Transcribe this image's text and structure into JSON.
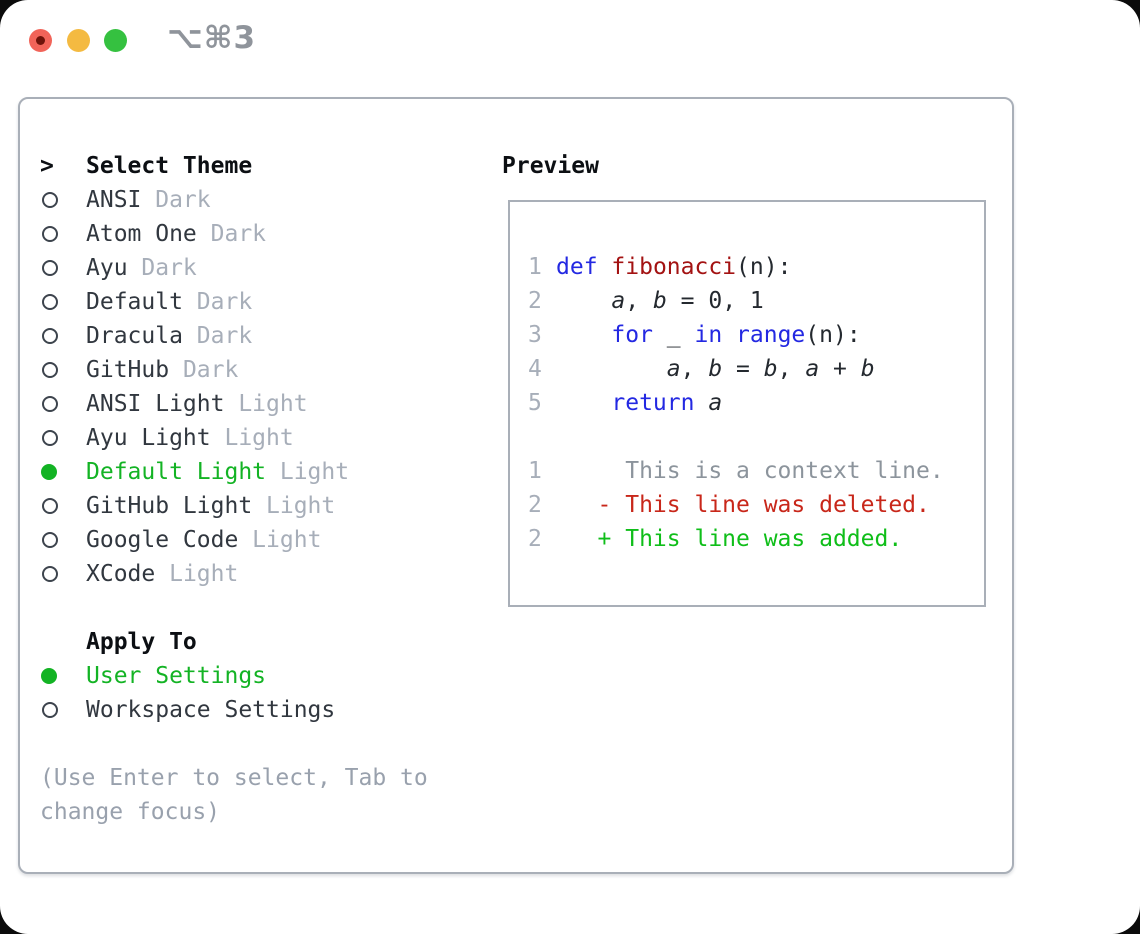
{
  "titlebar": {
    "shortcut": "⌥⌘3"
  },
  "colors": {
    "selection_green": "#13b324",
    "diff_added_green": "#0fbe19",
    "diff_deleted_red": "#c8271a",
    "keyword_blue": "#2328e2",
    "function_red": "#a31212",
    "muted_gray": "#a7aeb9",
    "text_dark": "#31373f",
    "traffic_red": "#f16459",
    "traffic_yellow": "#f4ba41",
    "traffic_green": "#35c140"
  },
  "theme_picker": {
    "prompt": ">",
    "title": "Select Theme",
    "items": [
      {
        "name": "ANSI",
        "variant": "Dark",
        "selected": false
      },
      {
        "name": "Atom One",
        "variant": "Dark",
        "selected": false
      },
      {
        "name": "Ayu",
        "variant": "Dark",
        "selected": false
      },
      {
        "name": "Default",
        "variant": "Dark",
        "selected": false
      },
      {
        "name": "Dracula",
        "variant": "Dark",
        "selected": false
      },
      {
        "name": "GitHub",
        "variant": "Dark",
        "selected": false
      },
      {
        "name": "ANSI Light",
        "variant": "Light",
        "selected": false
      },
      {
        "name": "Ayu Light",
        "variant": "Light",
        "selected": false
      },
      {
        "name": "Default Light",
        "variant": "Light",
        "selected": true
      },
      {
        "name": "GitHub Light",
        "variant": "Light",
        "selected": false
      },
      {
        "name": "Google Code",
        "variant": "Light",
        "selected": false
      },
      {
        "name": "XCode",
        "variant": "Light",
        "selected": false
      }
    ],
    "apply_to": {
      "title": "Apply To",
      "options": [
        {
          "label": "User Settings",
          "selected": true
        },
        {
          "label": "Workspace Settings",
          "selected": false
        }
      ]
    },
    "help": [
      "(Use Enter to select, Tab to",
      "change focus)"
    ]
  },
  "preview": {
    "title": "Preview",
    "code_lines": [
      {
        "num": "1",
        "segments": [
          {
            "t": "def",
            "s": "kw"
          },
          {
            "t": " ",
            "s": "p"
          },
          {
            "t": "fibonacci",
            "s": "fn"
          },
          {
            "t": "(n):",
            "s": "p"
          }
        ]
      },
      {
        "num": "2",
        "segments": [
          {
            "t": "    ",
            "s": "p"
          },
          {
            "t": "a",
            "s": "var"
          },
          {
            "t": ", ",
            "s": "p"
          },
          {
            "t": "b",
            "s": "var"
          },
          {
            "t": " = 0, 1",
            "s": "p"
          }
        ]
      },
      {
        "num": "3",
        "segments": [
          {
            "t": "    ",
            "s": "p"
          },
          {
            "t": "for",
            "s": "kw"
          },
          {
            "t": " _ ",
            "s": "p"
          },
          {
            "t": "in",
            "s": "kw"
          },
          {
            "t": " ",
            "s": "p"
          },
          {
            "t": "range",
            "s": "kw"
          },
          {
            "t": "(n):",
            "s": "p"
          }
        ]
      },
      {
        "num": "4",
        "segments": [
          {
            "t": "        ",
            "s": "p"
          },
          {
            "t": "a",
            "s": "var"
          },
          {
            "t": ", ",
            "s": "p"
          },
          {
            "t": "b",
            "s": "var"
          },
          {
            "t": " = ",
            "s": "p"
          },
          {
            "t": "b",
            "s": "var"
          },
          {
            "t": ", ",
            "s": "p"
          },
          {
            "t": "a",
            "s": "var"
          },
          {
            "t": " + ",
            "s": "p"
          },
          {
            "t": "b",
            "s": "var"
          }
        ]
      },
      {
        "num": "5",
        "segments": [
          {
            "t": "    ",
            "s": "p"
          },
          {
            "t": "return",
            "s": "kw"
          },
          {
            "t": " ",
            "s": "p"
          },
          {
            "t": "a",
            "s": "var"
          }
        ]
      }
    ],
    "diff_lines": [
      {
        "num": "1",
        "marker": " ",
        "text": "This is a context line.",
        "kind": "context"
      },
      {
        "num": "2",
        "marker": "-",
        "text": "This line was deleted.",
        "kind": "deleted"
      },
      {
        "num": "2",
        "marker": "+",
        "text": "This line was added.",
        "kind": "added"
      }
    ]
  }
}
